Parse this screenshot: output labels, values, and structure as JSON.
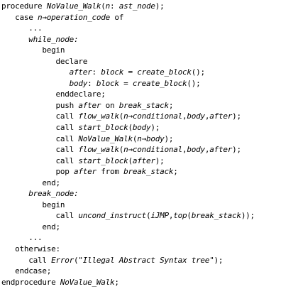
{
  "listing": {
    "lines": [
      {
        "indent": 0,
        "parts": [
          {
            "t": "procedure ",
            "i": false
          },
          {
            "t": "NoValue_Walk",
            "i": true
          },
          {
            "t": "(",
            "i": false
          },
          {
            "t": "n",
            "i": true
          },
          {
            "t": ": ",
            "i": false
          },
          {
            "t": "ast_node",
            "i": true
          },
          {
            "t": ");",
            "i": false
          }
        ]
      },
      {
        "indent": 1,
        "parts": [
          {
            "t": "case ",
            "i": false
          },
          {
            "t": "n",
            "i": true
          },
          {
            "t": "→",
            "i": false
          },
          {
            "t": "operation_code",
            "i": true
          },
          {
            "t": " of",
            "i": false
          }
        ]
      },
      {
        "indent": 2,
        "parts": [
          {
            "t": "...",
            "i": false
          }
        ]
      },
      {
        "indent": 2,
        "parts": [
          {
            "t": "while_node:",
            "i": true
          }
        ]
      },
      {
        "indent": 3,
        "parts": [
          {
            "t": "begin",
            "i": false
          }
        ]
      },
      {
        "indent": 4,
        "parts": [
          {
            "t": "declare",
            "i": false
          }
        ]
      },
      {
        "indent": 5,
        "parts": [
          {
            "t": "after",
            "i": true
          },
          {
            "t": ": ",
            "i": false
          },
          {
            "t": "block",
            "i": true
          },
          {
            "t": " = ",
            "i": false
          },
          {
            "t": "create_block",
            "i": true
          },
          {
            "t": "();",
            "i": false
          }
        ]
      },
      {
        "indent": 5,
        "parts": [
          {
            "t": "body",
            "i": true
          },
          {
            "t": ": ",
            "i": false
          },
          {
            "t": "block",
            "i": true
          },
          {
            "t": " = ",
            "i": false
          },
          {
            "t": "create_block",
            "i": true
          },
          {
            "t": "();",
            "i": false
          }
        ]
      },
      {
        "indent": 4,
        "parts": [
          {
            "t": "enddeclare;",
            "i": false
          }
        ]
      },
      {
        "indent": 4,
        "parts": [
          {
            "t": "push ",
            "i": false
          },
          {
            "t": "after",
            "i": true
          },
          {
            "t": " on ",
            "i": false
          },
          {
            "t": "break_stack",
            "i": true
          },
          {
            "t": ";",
            "i": false
          }
        ]
      },
      {
        "indent": 4,
        "parts": [
          {
            "t": "call ",
            "i": false
          },
          {
            "t": "flow_walk",
            "i": true
          },
          {
            "t": "(",
            "i": false
          },
          {
            "t": "n",
            "i": true
          },
          {
            "t": "→",
            "i": false
          },
          {
            "t": "conditional",
            "i": true
          },
          {
            "t": ",",
            "i": false
          },
          {
            "t": "body",
            "i": true
          },
          {
            "t": ",",
            "i": false
          },
          {
            "t": "after",
            "i": true
          },
          {
            "t": ");",
            "i": false
          }
        ]
      },
      {
        "indent": 4,
        "parts": [
          {
            "t": "call ",
            "i": false
          },
          {
            "t": "start_block",
            "i": true
          },
          {
            "t": "(",
            "i": false
          },
          {
            "t": "body",
            "i": true
          },
          {
            "t": ");",
            "i": false
          }
        ]
      },
      {
        "indent": 4,
        "parts": [
          {
            "t": "call ",
            "i": false
          },
          {
            "t": "NoValue_Walk",
            "i": true
          },
          {
            "t": "(",
            "i": false
          },
          {
            "t": "n",
            "i": true
          },
          {
            "t": "→",
            "i": false
          },
          {
            "t": "body",
            "i": true
          },
          {
            "t": ");",
            "i": false
          }
        ]
      },
      {
        "indent": 4,
        "parts": [
          {
            "t": "call ",
            "i": false
          },
          {
            "t": "flow_walk",
            "i": true
          },
          {
            "t": "(",
            "i": false
          },
          {
            "t": "n",
            "i": true
          },
          {
            "t": "→",
            "i": false
          },
          {
            "t": "conditional",
            "i": true
          },
          {
            "t": ",",
            "i": false
          },
          {
            "t": "body",
            "i": true
          },
          {
            "t": ",",
            "i": false
          },
          {
            "t": "after",
            "i": true
          },
          {
            "t": ");",
            "i": false
          }
        ]
      },
      {
        "indent": 4,
        "parts": [
          {
            "t": "call ",
            "i": false
          },
          {
            "t": "start_block",
            "i": true
          },
          {
            "t": "(",
            "i": false
          },
          {
            "t": "after",
            "i": true
          },
          {
            "t": ");",
            "i": false
          }
        ]
      },
      {
        "indent": 4,
        "parts": [
          {
            "t": "pop ",
            "i": false
          },
          {
            "t": "after",
            "i": true
          },
          {
            "t": " from ",
            "i": false
          },
          {
            "t": "break_stack",
            "i": true
          },
          {
            "t": ";",
            "i": false
          }
        ]
      },
      {
        "indent": 3,
        "parts": [
          {
            "t": "end;",
            "i": false
          }
        ]
      },
      {
        "indent": 2,
        "parts": [
          {
            "t": "break_node:",
            "i": true
          }
        ]
      },
      {
        "indent": 3,
        "parts": [
          {
            "t": "begin",
            "i": false
          }
        ]
      },
      {
        "indent": 4,
        "parts": [
          {
            "t": "call ",
            "i": false
          },
          {
            "t": "uncond_instruct",
            "i": true
          },
          {
            "t": "(",
            "i": false
          },
          {
            "t": "iJMP",
            "i": true
          },
          {
            "t": ",",
            "i": false
          },
          {
            "t": "top",
            "i": true
          },
          {
            "t": "(",
            "i": false
          },
          {
            "t": "break_stack",
            "i": true
          },
          {
            "t": "));",
            "i": false
          }
        ]
      },
      {
        "indent": 3,
        "parts": [
          {
            "t": "end;",
            "i": false
          }
        ]
      },
      {
        "indent": 2,
        "parts": [
          {
            "t": "...",
            "i": false
          }
        ]
      },
      {
        "indent": 1,
        "parts": [
          {
            "t": "otherwise:",
            "i": false
          }
        ]
      },
      {
        "indent": 2,
        "parts": [
          {
            "t": "call ",
            "i": false
          },
          {
            "t": "Error",
            "i": true
          },
          {
            "t": "(\"",
            "i": false
          },
          {
            "t": "Illegal Abstract Syntax tree",
            "i": true
          },
          {
            "t": "\");",
            "i": false
          }
        ]
      },
      {
        "indent": 1,
        "parts": [
          {
            "t": "endcase;",
            "i": false
          }
        ]
      },
      {
        "indent": 0,
        "parts": [
          {
            "t": "endprocedure ",
            "i": false
          },
          {
            "t": "NoValue_Walk",
            "i": true
          },
          {
            "t": ";",
            "i": false
          }
        ]
      }
    ]
  }
}
